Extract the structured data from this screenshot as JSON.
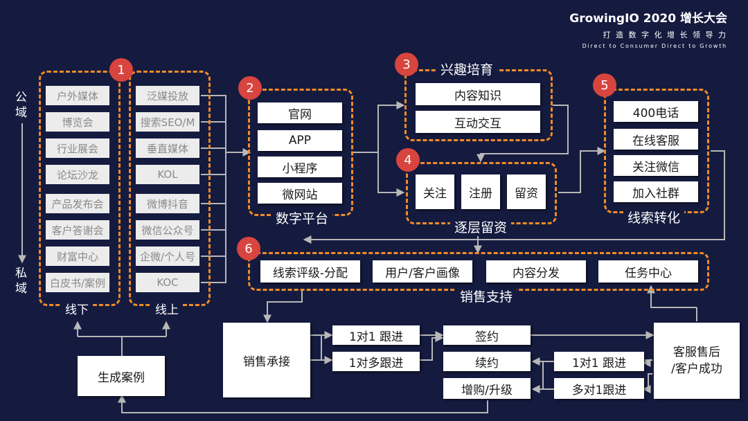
{
  "header": {
    "event_title": "GrowingIO 2020 增长大会",
    "slogan": "打 造 数 字 化 增 长 领 导 力",
    "tagline": "Direct to Consumer Direct to Growth"
  },
  "axis": {
    "top": "公\n域",
    "bottom": "私\n域"
  },
  "offline": {
    "badge": "1",
    "label": "线下",
    "items": [
      "户外媒体",
      "博览会",
      "行业展会",
      "论坛沙龙",
      "产品发布会",
      "客户答谢会",
      "财富中心",
      "白皮书/案例"
    ]
  },
  "online": {
    "label": "线上",
    "items": [
      "泛媒投放",
      "搜索SEO/M",
      "垂直媒体",
      "KOL",
      "微博抖音",
      "微信公众号",
      "企微/个人号",
      "KOC"
    ]
  },
  "digital_platform": {
    "badge": "2",
    "label": "数字平台",
    "items": [
      "官网",
      "APP",
      "小程序",
      "微网站"
    ]
  },
  "interest": {
    "badge": "3",
    "label": "兴趣培育",
    "items": [
      "内容知识",
      "互动交互"
    ]
  },
  "retention": {
    "badge": "4",
    "label": "逐层留资",
    "items": [
      "关注",
      "注册",
      "留资"
    ]
  },
  "conversion": {
    "badge": "5",
    "label": "线索转化",
    "items": [
      "400电话",
      "在线客服",
      "关注微信",
      "加入社群"
    ]
  },
  "sales_support": {
    "badge": "6",
    "label": "销售支持",
    "items": [
      "线索评级-分配",
      "用户/客户画像",
      "内容分发",
      "任务中心"
    ]
  },
  "bottom": {
    "case": "生成案例",
    "sales_intake": "销售承接",
    "follow_1to1": "1对1 跟进",
    "follow_1tomany": "1对多跟进",
    "sign": "签约",
    "renew": "续约",
    "upsell": "增购/升级",
    "cs_1to1": "1对1 跟进",
    "cs_manyto1": "多对1跟进",
    "cs_title_1": "客服售后",
    "cs_title_2": "/客户成功"
  },
  "colors": {
    "background": "#151b3f",
    "dash": "#f28c28",
    "badge": "#d8443e",
    "line": "#b8b8b8"
  }
}
